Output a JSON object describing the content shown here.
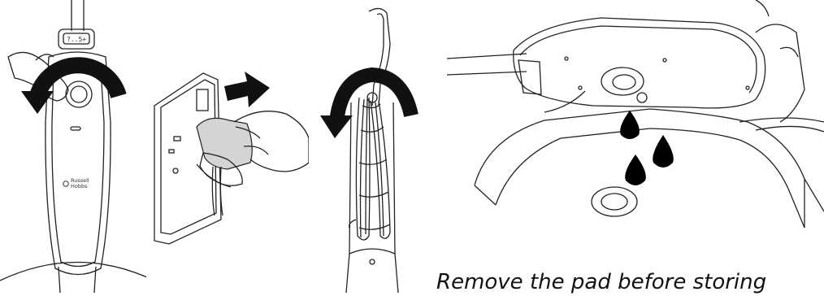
{
  "caption": "Remove the pad before storing",
  "brand": {
    "line1": "Russell",
    "line2": "Hobbs"
  },
  "dial_label": "?..5+",
  "colors": {
    "ink": "#111111",
    "line": "#222222",
    "water": "#000000",
    "paper": "#ffffff"
  },
  "icons": [
    "turn-dial-arrow-icon",
    "unplug-arrow-icon",
    "wrap-cable-arrow-icon",
    "water-drop-icon"
  ]
}
